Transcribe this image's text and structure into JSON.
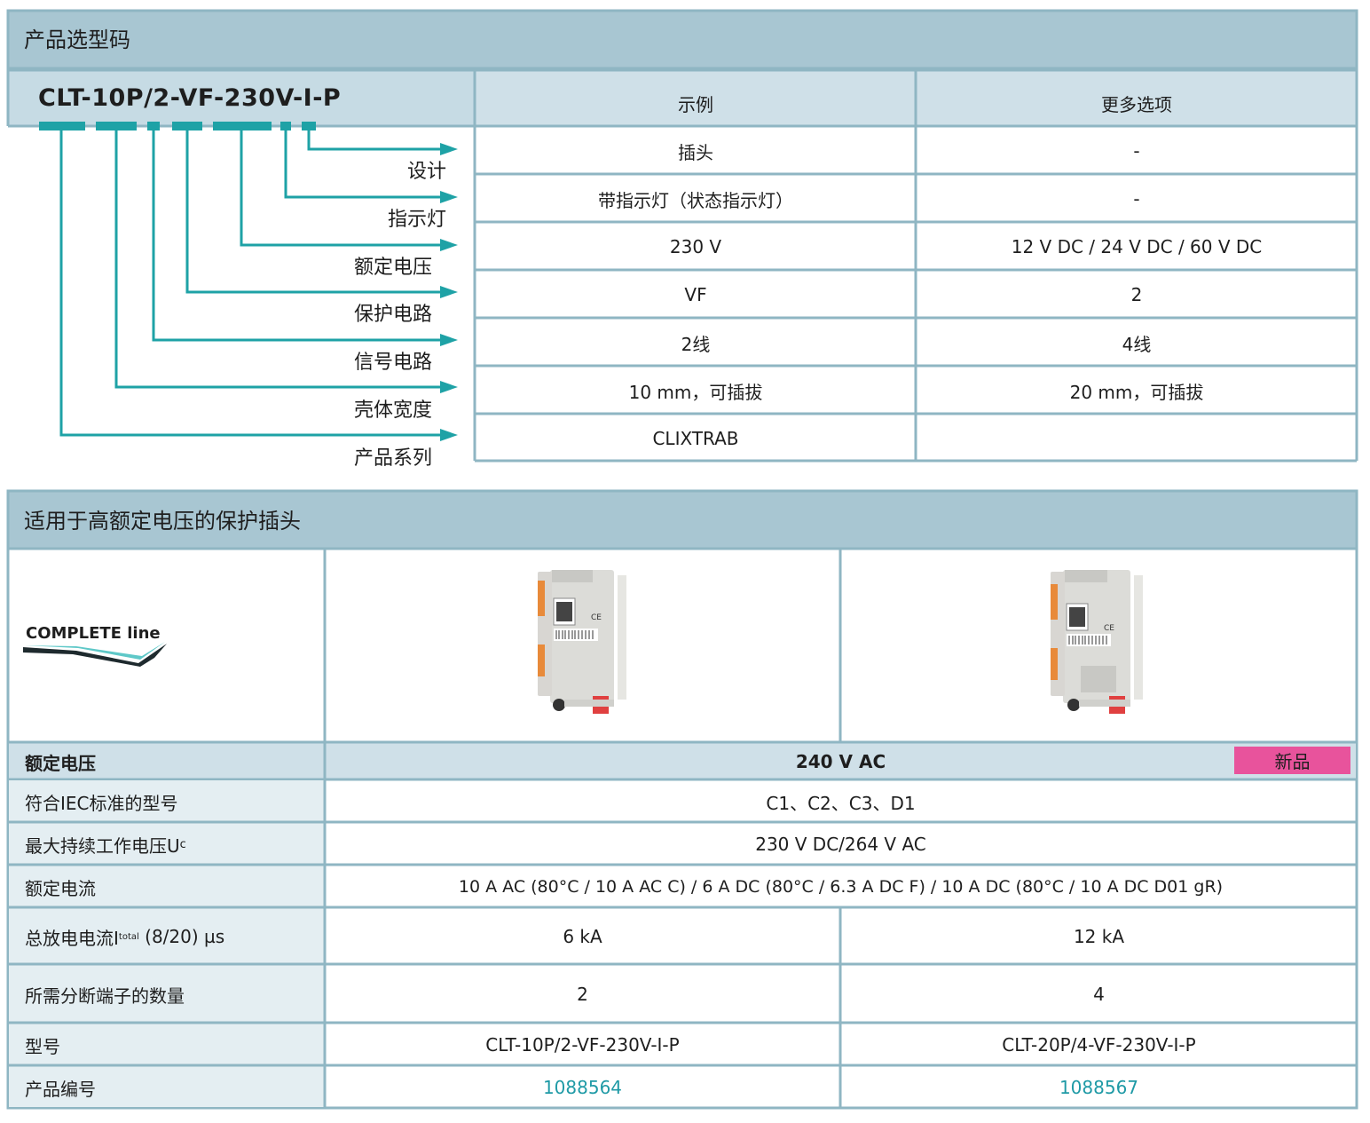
{
  "section1": {
    "title": "产品选型码",
    "code_prefix": "CLT-",
    "code_full": "CLT-10P/2-VF-230V-I-P",
    "col_example": "示例",
    "col_more": "更多选项",
    "rows": [
      {
        "label": "设计",
        "example": "插头",
        "more": "-"
      },
      {
        "label": "指示灯",
        "example": "带指示灯（状态指示灯）",
        "more": "-"
      },
      {
        "label": "额定电压",
        "example": "230 V",
        "more": "12 V DC / 24 V DC / 60 V DC"
      },
      {
        "label": "保护电路",
        "example": "VF",
        "more": "2"
      },
      {
        "label": "信号电路",
        "example": "2线",
        "more": "4线"
      },
      {
        "label": "壳体宽度",
        "example": "10 mm，可插拔",
        "more": "20 mm，可插拔"
      },
      {
        "label": "产品系列",
        "example": "CLIXTRAB",
        "more": ""
      }
    ]
  },
  "section2": {
    "title": "适用于高额定电压的保护插头",
    "logo_text": "COMPLETE line",
    "rated_voltage_label": "额定电压",
    "rated_voltage_value": "240 V AC",
    "new_badge": "新品",
    "iec_label": "符合IEC标准的型号",
    "iec_value": "C1、C2、C3、D1",
    "uc_label": "最大持续工作电压U",
    "uc_sub": "c",
    "uc_value": "230 V DC/264 V AC",
    "current_label": "额定电流",
    "current_value": "10 A AC (80°C / 10 A AC C) / 6 A DC (80°C / 6.3 A DC F) / 10 A DC (80°C / 10 A DC D01 gR)",
    "itotal_label_pre": "总放电电流I",
    "itotal_sub": "total",
    "itotal_label_post": " (8/20) µs",
    "itotal_values": [
      "6 kA",
      "12 kA"
    ],
    "terminals_label": "所需分断端子的数量",
    "terminals_values": [
      "2",
      "4"
    ],
    "model_label": "型号",
    "model_values": [
      "CLT-10P/2-VF-230V-I-P",
      "CLT-20P/4-VF-230V-I-P"
    ],
    "partno_label": "产品编号",
    "partno_values": [
      "1088564",
      "1088567"
    ]
  },
  "colors": {
    "header_bg": "#a8c6d2",
    "subheader_bg": "#cfe0e8",
    "border": "#8fb6c3",
    "arrow": "#1ea2a6",
    "accent_link": "#1f9aa6",
    "badge": "#e8539c"
  }
}
